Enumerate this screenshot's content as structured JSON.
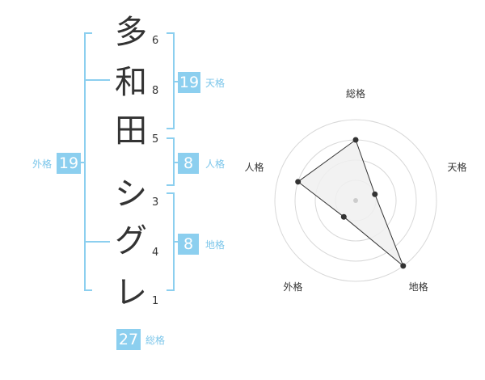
{
  "name": {
    "chars": [
      {
        "char": "多",
        "strokes": "6"
      },
      {
        "char": "和",
        "strokes": "8"
      },
      {
        "char": "田",
        "strokes": "5"
      },
      {
        "char": "シ",
        "strokes": "3"
      },
      {
        "char": "グ",
        "strokes": "4"
      },
      {
        "char": "レ",
        "strokes": "1"
      }
    ]
  },
  "fortune": {
    "tenkaku": {
      "label": "天格",
      "value": "19"
    },
    "jinkaku": {
      "label": "人格",
      "value": "8"
    },
    "chikaku": {
      "label": "地格",
      "value": "8"
    },
    "gaikaku": {
      "label": "外格",
      "value": "19"
    },
    "soukaku": {
      "label": "総格",
      "value": "27"
    }
  },
  "colors": {
    "accent": "#8ccfef",
    "accent_text": "#7cc6ea",
    "text": "#333333",
    "radar_fill": "#f0f0f0",
    "radar_grid": "#d8d8d8"
  },
  "radar": {
    "axes": [
      "総格",
      "天格",
      "地格",
      "外格",
      "人格"
    ],
    "values": [
      3,
      1,
      4,
      1,
      3
    ],
    "max": 4
  }
}
